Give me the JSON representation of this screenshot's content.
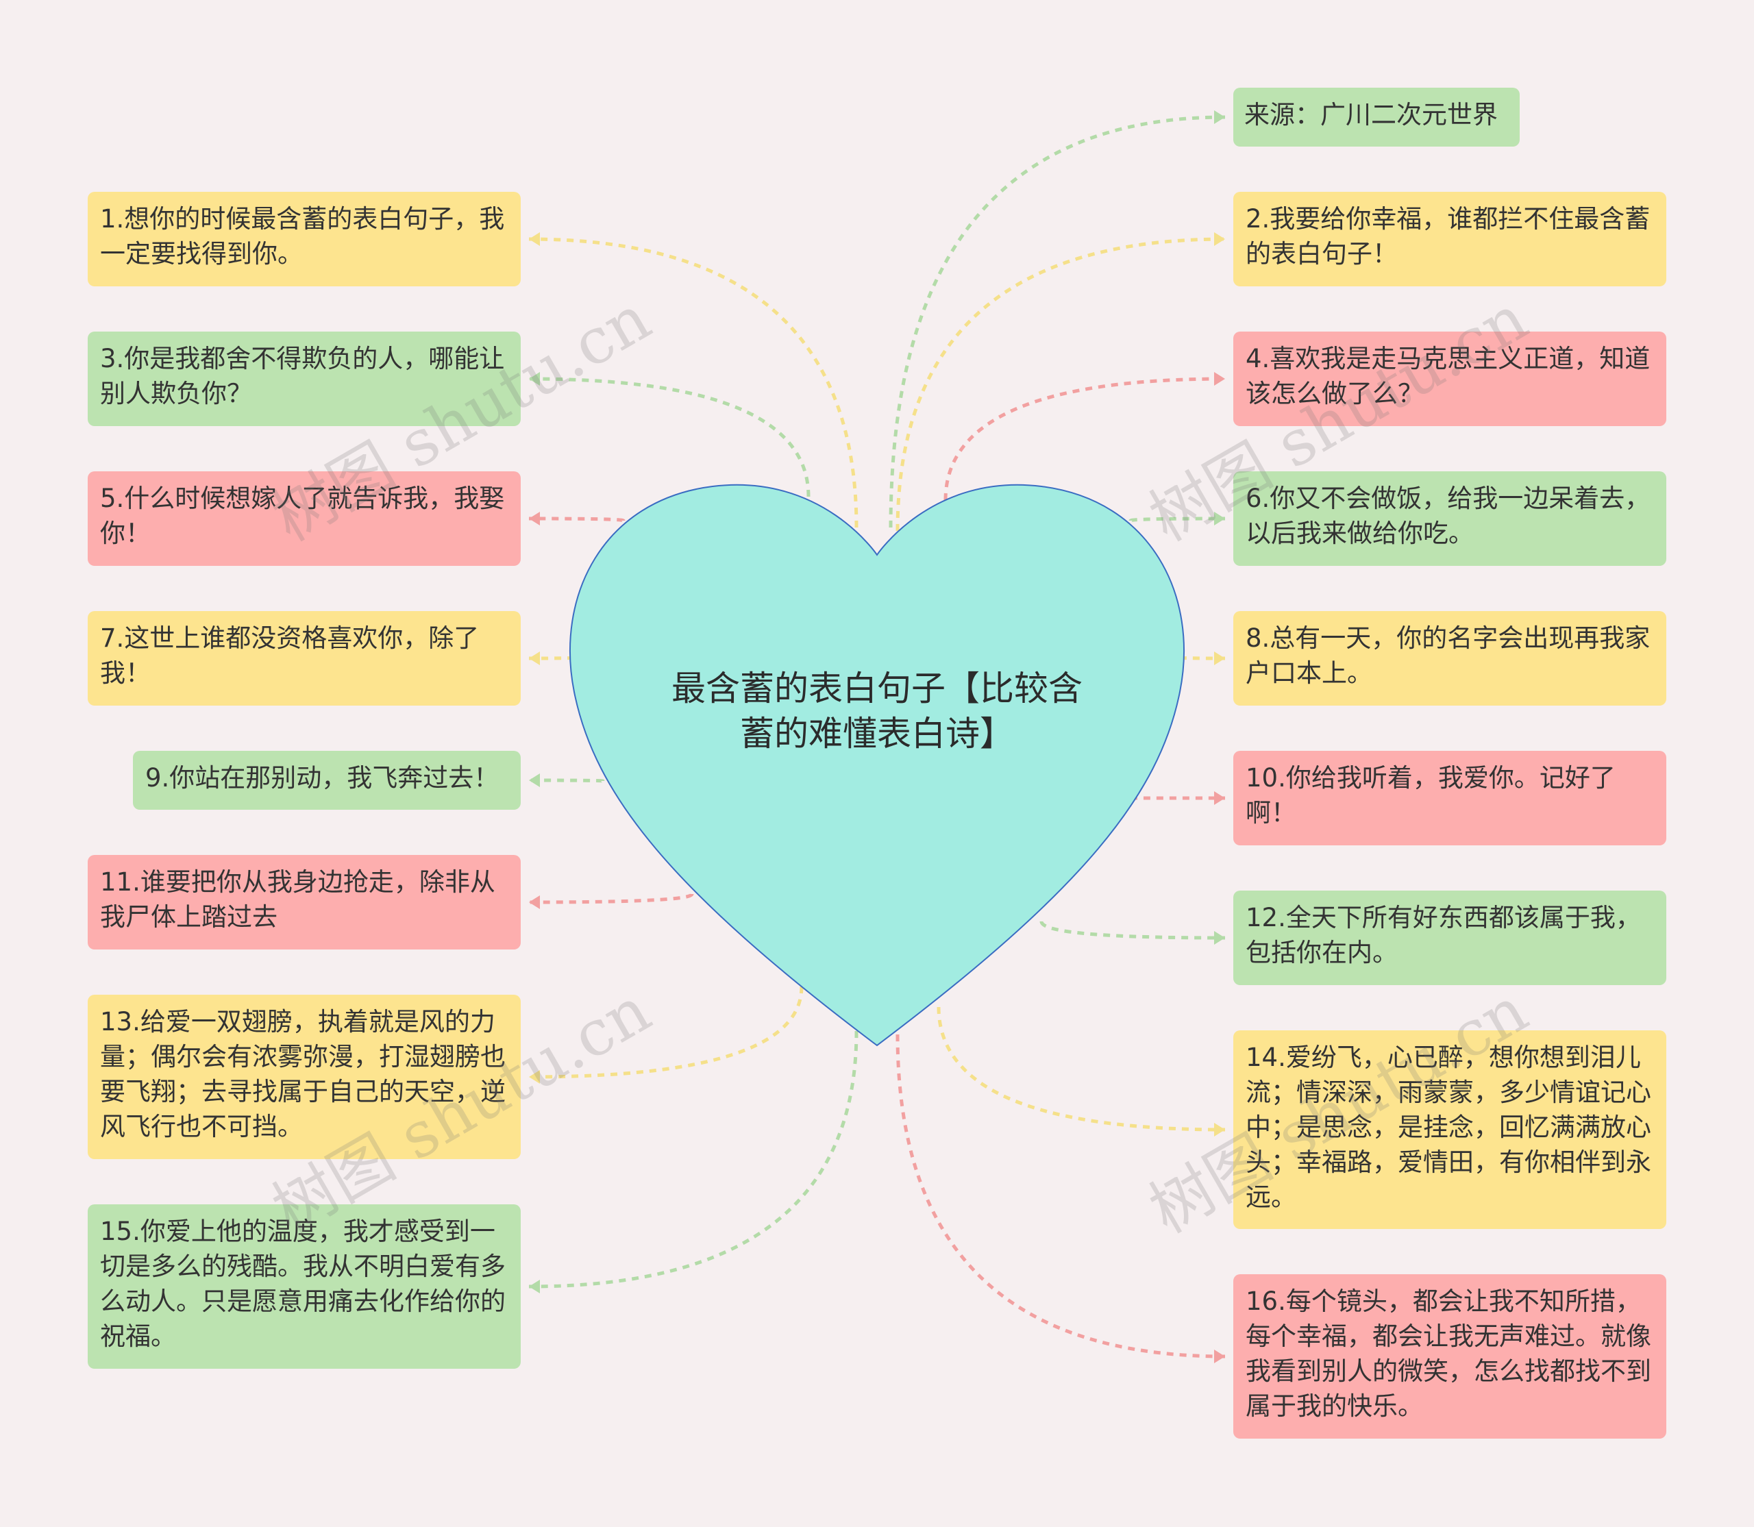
{
  "colors": {
    "background": "#f6eff0",
    "heart_fill": "#a2ece1",
    "heart_stroke": "#3a6cc2",
    "yellow": "#fde48f",
    "green": "#bce3b0",
    "red": "#fdaeae",
    "link_yellow": "#f5e08a",
    "link_green": "#b3dba8",
    "link_red": "#f2a0a0"
  },
  "center": {
    "title": "最含蓄的表白句子【比较含蓄的难懂表白诗】"
  },
  "nodes": {
    "source": {
      "text": "来源：广川二次元世界",
      "color": "green"
    },
    "n1": {
      "text": "1.想你的时候最含蓄的表白句子，我一定要找得到你。",
      "color": "yellow"
    },
    "n2": {
      "text": "2.我要给你幸福，谁都拦不住最含蓄的表白句子！",
      "color": "yellow"
    },
    "n3": {
      "text": "3.你是我都舍不得欺负的人，哪能让别人欺负你？",
      "color": "green"
    },
    "n4": {
      "text": "4.喜欢我是走马克思主义正道，知道该怎么做了么？",
      "color": "red"
    },
    "n5": {
      "text": "5.什么时候想嫁人了就告诉我，我娶你！",
      "color": "red"
    },
    "n6": {
      "text": "6.你又不会做饭，给我一边呆着去，以后我来做给你吃。",
      "color": "green"
    },
    "n7": {
      "text": "7.这世上谁都没资格喜欢你，除了我！",
      "color": "yellow"
    },
    "n8": {
      "text": "8.总有一天，你的名字会出现再我家户口本上。",
      "color": "yellow"
    },
    "n9": {
      "text": "9.你站在那别动，我飞奔过去！",
      "color": "green"
    },
    "n10": {
      "text": "10.你给我听着，我爱你。记好了啊！",
      "color": "red"
    },
    "n11": {
      "text": "11.谁要把你从我身边抢走，除非从我尸体上踏过去",
      "color": "red"
    },
    "n12": {
      "text": "12.全天下所有好东西都该属于我，包括你在内。",
      "color": "green"
    },
    "n13": {
      "text": "13.给爱一双翅膀，执着就是风的力量；偶尔会有浓雾弥漫，打湿翅膀也要飞翔；去寻找属于自己的天空，逆风飞行也不可挡。",
      "color": "yellow"
    },
    "n14": {
      "text": "14.爱纷飞，心已醉，想你想到泪儿流；情深深，雨蒙蒙，多少情谊记心中；是思念，是挂念，回忆满满放心头；幸福路，爱情田，有你相伴到永远。",
      "color": "yellow"
    },
    "n15": {
      "text": "15.你爱上他的温度，我才感受到一切是多么的残酷。我从不明白爱有多么动人。只是愿意用痛去化作给你的祝福。",
      "color": "green"
    },
    "n16": {
      "text": "16.每个镜头，都会让我不知所措，每个幸福，都会让我无声难过。就像我看到别人的微笑，怎么找都找不到属于我的快乐。",
      "color": "red"
    }
  },
  "watermarks": {
    "text": "树图 shutu.cn"
  }
}
